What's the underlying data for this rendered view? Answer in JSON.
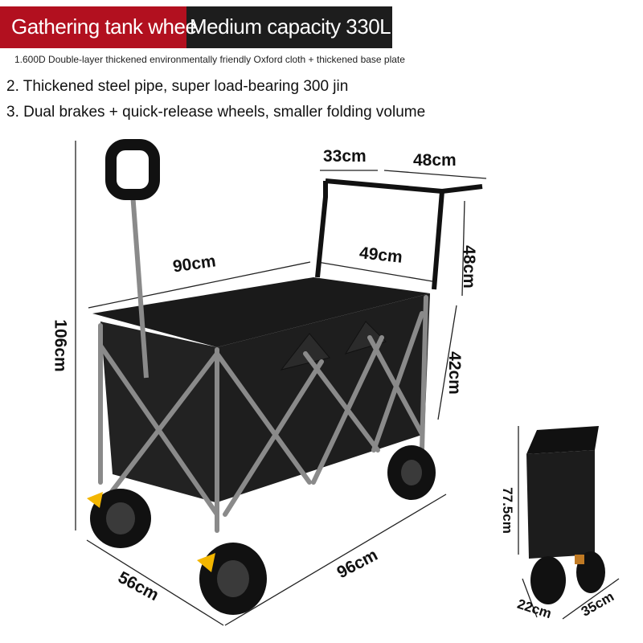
{
  "header": {
    "title_left": "Gathering tank whee",
    "title_right": "Medium capacity 330L",
    "banner_left_color": "#b2101f",
    "banner_right_color": "#1d1d1d"
  },
  "features": {
    "line1": "1.600D Double-layer thickened environmentally friendly Oxford cloth + thickened base plate",
    "line2": "2. Thickened steel pipe, super load-bearing 300 jin",
    "line3": "3. Dual brakes + quick-release wheels, smaller folding volume"
  },
  "dimensions": {
    "handle_offset": "33cm",
    "handle_width": "48cm",
    "inner_length": "90cm",
    "inner_width": "49cm",
    "handle_height": "48cm",
    "total_height": "106cm",
    "body_height": "42cm",
    "base_width": "56cm",
    "base_length": "96cm",
    "folded_height": "77.5cm",
    "folded_depth": "22cm",
    "folded_width": "35cm"
  }
}
